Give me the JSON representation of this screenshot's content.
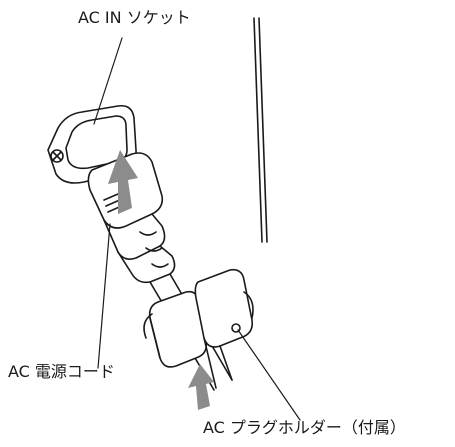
{
  "labels": {
    "ac_in_socket": "AC IN ソケット",
    "ac_power_cord": "AC 電源コード",
    "ac_plug_holder": "AC プラグホルダー（付属）"
  }
}
